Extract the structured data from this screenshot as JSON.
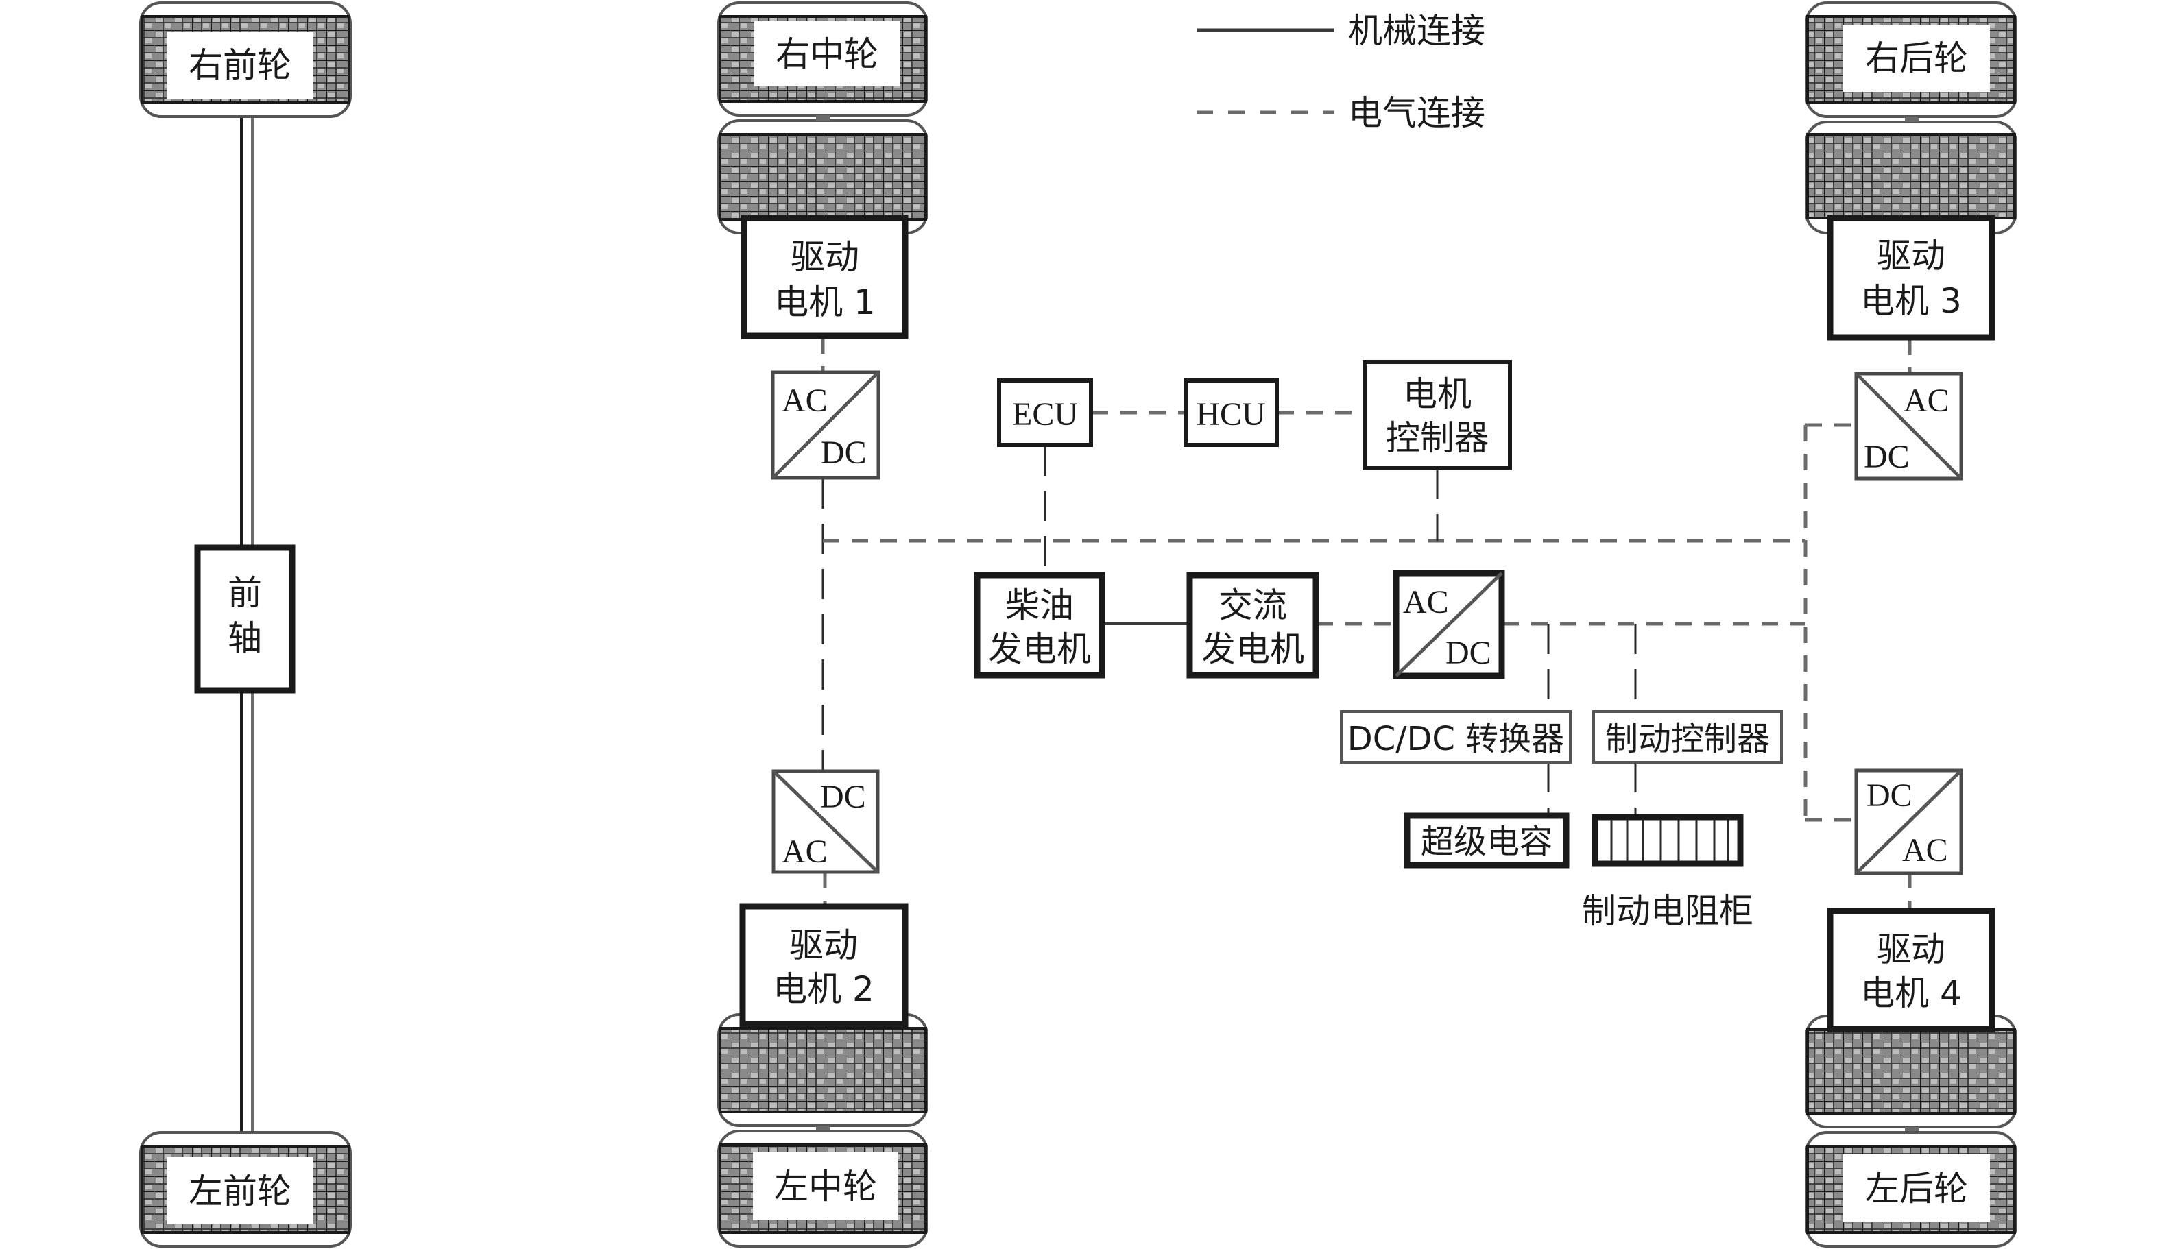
{
  "legend": {
    "mechanical_label": "机械连接",
    "electrical_label": "电气连接"
  },
  "wheels": {
    "front_right": "右前轮",
    "front_left": "左前轮",
    "middle_right": "右中轮",
    "middle_left": "左中轮",
    "rear_right": "右后轮",
    "rear_left": "左后轮"
  },
  "front_axle": {
    "line1": "前",
    "line2": "轴"
  },
  "motors": [
    {
      "line1": "驱动",
      "line2": "电机 1"
    },
    {
      "line1": "驱动",
      "line2": "电机 2"
    },
    {
      "line1": "驱动",
      "line2": "电机 3"
    },
    {
      "line1": "驱动",
      "line2": "电机 4"
    }
  ],
  "converters": {
    "c1": {
      "top": "AC",
      "bottom": "DC"
    },
    "c2": {
      "top": "DC",
      "bottom": "AC"
    },
    "c3": {
      "top": "AC",
      "bottom": "DC"
    },
    "c4": {
      "top": "DC",
      "bottom": "AC"
    },
    "gen": {
      "top": "AC",
      "bottom": "DC"
    }
  },
  "controllers": {
    "ecu": "ECU",
    "hcu": "HCU",
    "motor_controller": {
      "line1": "电机",
      "line2": "控制器"
    }
  },
  "generators": {
    "diesel": {
      "line1": "柴油",
      "line2": "发电机"
    },
    "ac": {
      "line1": "交流",
      "line2": "发电机"
    }
  },
  "storage": {
    "dcdc": "DC/DC 转换器",
    "brake_controller": "制动控制器",
    "supercap": "超级电容",
    "brake_resistor": "制动电阻柜"
  },
  "colors": {
    "line": "#3a3a3a",
    "dashed": "#6a6a6a",
    "box_border": "#1a1a1a",
    "tread": "#1a1a1a",
    "background": "#ffffff"
  }
}
